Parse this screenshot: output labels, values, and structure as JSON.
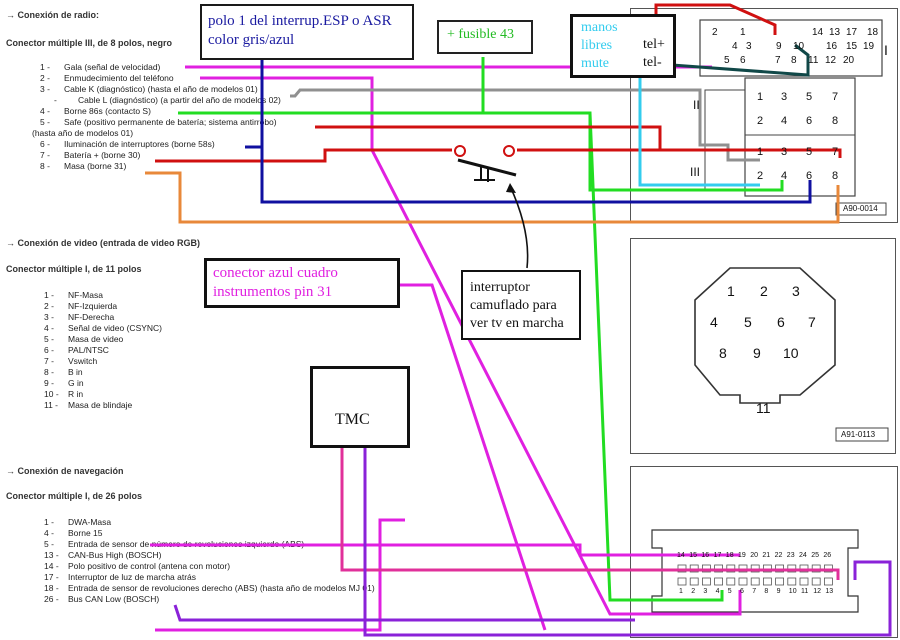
{
  "radio": {
    "heading": "Conexión de radio:",
    "connector": "Conector múltiple III, de 8 polos, negro",
    "rows": [
      {
        "n": "1 -",
        "t": "Gala (señal de velocidad)"
      },
      {
        "n": "2 -",
        "t": "Enmudecimiento del teléfono"
      },
      {
        "n": "3 -",
        "t": "Cable K (diagnóstico) (hasta el año de modelos 01)"
      },
      {
        "n": "-",
        "t": "Cable L (diagnóstico) (a partir del año de modelos 02)"
      },
      {
        "n": "4 -",
        "t": "Borne 86s (contacto S)"
      },
      {
        "n": "5 -",
        "t": "Safe (positivo permanente de batería; sistema antirrobo)"
      },
      {
        "n": "",
        "t": "(hasta año de modelos 01)"
      },
      {
        "n": "6 -",
        "t": "Iluminación de interruptores (borne 58s)"
      },
      {
        "n": "7 -",
        "t": "Batería + (borne 30)"
      },
      {
        "n": "8 -",
        "t": "Masa (borne 31)"
      }
    ]
  },
  "video": {
    "heading": "Conexión de video (entrada de video RGB)",
    "connector": "Conector múltiple I, de 11 polos",
    "rows": [
      {
        "n": "1 -",
        "t": "NF-Masa"
      },
      {
        "n": "2 -",
        "t": "NF-Izquierda"
      },
      {
        "n": "3 -",
        "t": "NF-Derecha"
      },
      {
        "n": "4 -",
        "t": "Señal de video (CSYNC)"
      },
      {
        "n": "5 -",
        "t": "Masa de video"
      },
      {
        "n": "6 -",
        "t": "PAL/NTSC"
      },
      {
        "n": "7 -",
        "t": "Vswitch"
      },
      {
        "n": "8 -",
        "t": "B in"
      },
      {
        "n": "9 -",
        "t": "G in"
      },
      {
        "n": "10 -",
        "t": "R in"
      },
      {
        "n": "11 -",
        "t": "Masa de blindaje"
      }
    ]
  },
  "nav": {
    "heading": "Conexión de navegación",
    "connector": "Conector múltiple I, de 26 polos",
    "rows": [
      {
        "n": "1 -",
        "t": "DWA-Masa"
      },
      {
        "n": "4 -",
        "t": "Borne 15"
      },
      {
        "n": "5 -",
        "t": "Entrada de sensor de número de revoluciones izquierdo (ABS)"
      },
      {
        "n": "13 -",
        "t": "CAN-Bus High (BOSCH)"
      },
      {
        "n": "14 -",
        "t": "Polo positivo de control (antena con motor)"
      },
      {
        "n": "17 -",
        "t": "Interruptor de luz de marcha atrás"
      },
      {
        "n": "18 -",
        "t": "Entrada de sensor de revoluciones derecho (ABS) (hasta año de modelos MJ 01)"
      },
      {
        "n": "26 -",
        "t": "Bus CAN Low (BOSCH)"
      }
    ]
  },
  "arrow_glyph": "→",
  "annotations": {
    "esp_line1": "polo 1 del interrup.ESP o ASR",
    "esp_line2": "color gris/azul",
    "fusible": "+ fusible 43",
    "manos1": "manos",
    "manos2": "libres",
    "manos3": "mute",
    "tel_plus": "tel+",
    "tel_minus": "tel-",
    "conector_azul1": "conector azul cuadro",
    "conector_azul2": "instrumentos pin 31",
    "interruptor1": "interruptor",
    "interruptor2": "camuflado para",
    "interruptor3": "ver tv en marcha",
    "tmc": "TMC"
  },
  "connectors": {
    "radio_code": "A90-0014",
    "video_code": "A91-0113",
    "roman_1": "I",
    "roman_2": "II",
    "roman_3": "III",
    "top_pins": [
      "2",
      "1",
      "4",
      "3",
      "14",
      "13",
      "16",
      "15",
      "17",
      "18",
      "19",
      "20",
      "9",
      "10",
      "11",
      "12",
      "5",
      "6",
      "7",
      "8"
    ],
    "block_pins": [
      "1",
      "3",
      "5",
      "7",
      "2",
      "4",
      "6",
      "8"
    ],
    "din_pins": [
      "1",
      "2",
      "3",
      "4",
      "5",
      "6",
      "7",
      "8",
      "9",
      "10",
      "11"
    ],
    "nav_top": [
      "14",
      "15",
      "16",
      "17",
      "18",
      "19",
      "20",
      "21",
      "22",
      "23",
      "24",
      "25",
      "26"
    ],
    "nav_bottom": [
      "1",
      "2",
      "3",
      "4",
      "5",
      "6",
      "7",
      "8",
      "9",
      "10",
      "11",
      "12",
      "13"
    ]
  },
  "colors": {
    "magenta": "#e020e0",
    "red": "#d01010",
    "green": "#22dd22",
    "navy": "#1010a0",
    "orange": "#e8883a",
    "cyan": "#33ccee",
    "gray": "#909090",
    "purple": "#8a22d8",
    "pink": "#e0309a",
    "darkteal": "#104848"
  }
}
